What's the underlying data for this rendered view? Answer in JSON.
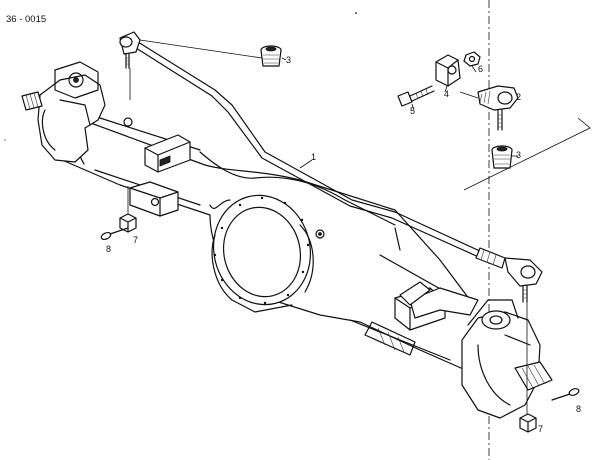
{
  "diagram": {
    "code": "36 - 0015",
    "callouts": {
      "tie_rod": "1",
      "ball_joint_right": "2",
      "boot_top": "3",
      "boot_right": "3",
      "clamp": "4",
      "clamp_nut": "6",
      "clamp_bolt": "5",
      "nut_left": "7",
      "split_pin_left": "8",
      "nut_right": "7",
      "split_pin_right": "8"
    }
  }
}
